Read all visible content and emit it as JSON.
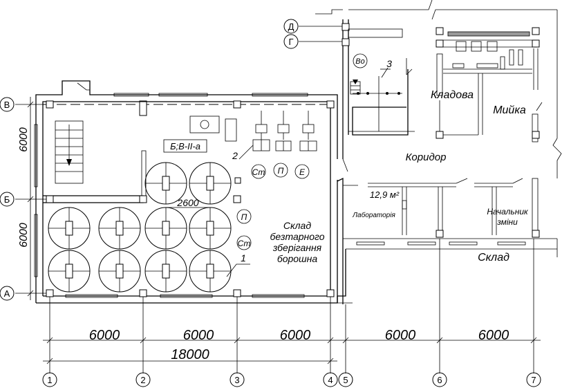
{
  "axes": {
    "letters": [
      "В",
      "Б",
      "А",
      "Д",
      "Г"
    ],
    "numbers": [
      "1",
      "2",
      "3",
      "4",
      "5",
      "6",
      "7"
    ]
  },
  "dimensions": {
    "bottom": [
      "6000",
      "6000",
      "6000",
      "6000",
      "6000"
    ],
    "total": "18000",
    "left": [
      "6000",
      "6000"
    ],
    "silo_spacing": "2600"
  },
  "rooms": {
    "warehouse_line1": "Склад",
    "warehouse_line2": "безтарного",
    "warehouse_line3": "зберігання",
    "warehouse_line4": "борошна",
    "pantry": "Кладова",
    "washroom": "Мийка",
    "corridor": "Коридор",
    "laboratory": "Лабораторія",
    "chief_line1": "Начальник",
    "chief_line2": "зміни",
    "storage": "Склад"
  },
  "labels": {
    "category": "Б;В-ІІ-а",
    "equipment_st": "Ст",
    "equipment_p": "П",
    "equipment_e": "Е",
    "equipment_vo": "Во",
    "callout_1": "1",
    "callout_2": "2",
    "callout_3": "3",
    "area": "12,9 м²"
  }
}
